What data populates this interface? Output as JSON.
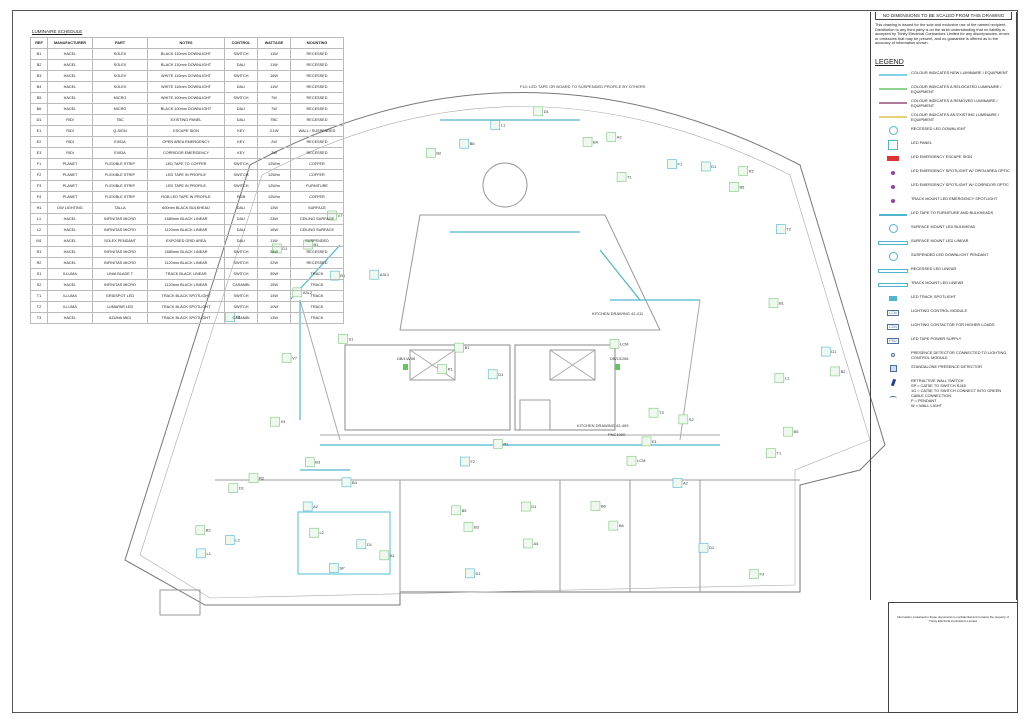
{
  "schedule": {
    "title": "LUMINAIRE SCHEDULE",
    "columns": [
      "REF",
      "MANUFACTURER",
      "PART",
      "NOTES",
      "CONTROL",
      "WATTAGE",
      "MOUNTING"
    ],
    "rows": [
      [
        "B1",
        "HACEL",
        "SOLEX",
        "BLACK 110mm DOWNLIGHT",
        "SWITCH",
        "11W",
        "RECESSED"
      ],
      [
        "B2",
        "HACEL",
        "SOLEX",
        "BLACK 110mm DOWNLIGHT",
        "DALI",
        "11W",
        "RECESSED"
      ],
      [
        "B3",
        "HACEL",
        "SOLEX",
        "WHITE 110mm DOWNLIGHT",
        "SWITCH",
        "16W",
        "RECESSED"
      ],
      [
        "B4",
        "HACEL",
        "SOLEX",
        "WHITE 110mm DOWNLIGHT",
        "DALI",
        "11W",
        "RECESSED"
      ],
      [
        "B5",
        "HACEL",
        "MICRO",
        "WHITE 100mm DOWNLIGHT",
        "SWITCH",
        "7W",
        "RECESSED"
      ],
      [
        "B6",
        "HACEL",
        "MICRO",
        "BLACK 100mm DOWNLIGHT",
        "DALI",
        "7W",
        "RECESSED"
      ],
      [
        "D1",
        "RIDI",
        "TBC",
        "EXISTING PANEL",
        "DALI",
        "TBC",
        "RECESSED"
      ],
      [
        "E1",
        "RIDI",
        "Q-SIGN",
        "ESCAPE SIGN",
        "KEY",
        "3.1W",
        "WALL / SUSPENDED"
      ],
      [
        "E2",
        "RIDI",
        "EXIDA",
        "OPEN AREA EMERGENCY",
        "KEY",
        "2W",
        "RECESSED"
      ],
      [
        "E3",
        "RIDI",
        "EXIDA",
        "CORRIDOR EMERGENCY",
        "KEY",
        "2W",
        "RECESSED"
      ],
      [
        "F1",
        "PLANET",
        "FLEXIBLE STRIP",
        "LED TAPE TO COFFER",
        "SWITCH",
        "12W/m",
        "COFFER"
      ],
      [
        "F2",
        "PLANET",
        "FLEXIBLE STRIP",
        "LED TAPE IN PROFILE",
        "SWITCH",
        "12W/m",
        "COFFER"
      ],
      [
        "F3",
        "PLANET",
        "FLEXIBLE STRIP",
        "LED TAPE IN PROFILE",
        "SWITCH",
        "12W/m",
        "FURNITURE"
      ],
      [
        "F4",
        "PLANET",
        "FLEXIBLE STRIP",
        "RGB LED TAPE IN PROFILE",
        "RGB",
        "12W/m",
        "COFFER"
      ],
      [
        "H1",
        "DW LIGHTING",
        "TALLA",
        "600mm BLACK BULKHEAD",
        "DALI",
        "13W",
        "SURFACE"
      ],
      [
        "L1",
        "HACEL",
        "INFINITAS MICRO",
        "1680mm BLACK LINEAR",
        "DALI",
        "23W",
        "CEILING SURFACE"
      ],
      [
        "L2",
        "HACEL",
        "INFINITAS MICRO",
        "1120mm BLACK LINEAR",
        "DALI",
        "16W",
        "CEILING SURFACE"
      ],
      [
        "M1",
        "HACEL",
        "SOLEX PENDANT",
        "EXPOSED GRID AREA",
        "DALI",
        "11W",
        "SUSPENDED"
      ],
      [
        "R1",
        "HACEL",
        "INFINITAS MICRO",
        "1680mm BLACK LINEAR",
        "SWITCH",
        "34W",
        "RECESSED"
      ],
      [
        "R2",
        "HACEL",
        "INFINITAS MICRO",
        "1120mm BLACK LINEAR",
        "SWITCH",
        "22W",
        "RECESSED"
      ],
      [
        "S1",
        "ILLUMA",
        "LINIA BLADE T",
        "TRACK BLACK LINEAR",
        "SWITCH",
        "30W",
        "TRACK"
      ],
      [
        "S2",
        "HACEL",
        "INFINITAS MICRO",
        "1120mm BLACK LINEAR",
        "CASAMBI",
        "15W",
        "TRACK"
      ],
      [
        "T1",
        "ILLUMA",
        "GRIDSPOT LED",
        "TRACK BLACK SPOTLIGHT",
        "SWITCH",
        "14W",
        "TRACK"
      ],
      [
        "T2",
        "ILLUMA",
        "LUMAPAR LED",
        "TRACK BLACK SPOTLIGHT",
        "SWITCH",
        "10W",
        "TRACK"
      ],
      [
        "T3",
        "HACEL",
        "AZUMA MIDI",
        "TRACK BLACK SPOTLIGHT",
        "CASAMBI",
        "13W",
        "TRACK"
      ]
    ]
  },
  "panel": {
    "header": "NO DIMENSIONS TO BE SCALED FROM THIS DRAWING",
    "disclaimer": "This drawing is issued for the sole and exclusive use of the named recipient. Distribution to any third party is on the strict understanding that no liability is accepted by Trinity Electrical Contractors Limited for any discrepancies, errors or omissions that may be present, and no guarantee is offered as to the accuracy of information shown.",
    "legend_title": "LEGEND",
    "legend": [
      {
        "sym": "line",
        "color": "#7fd3e0",
        "text": "COLOUR INDICATES NEW LUMINAIRE / EQUIPMENT"
      },
      {
        "sym": "line",
        "color": "#8fd48f",
        "text": "COLOUR INDICATES A RELOCATED LUMINAIRE / EQUIPMENT"
      },
      {
        "sym": "line",
        "color": "#b07a9a",
        "text": "COLOUR INDICATES A REMOVED LUMINAIRE / EQUIPMENT"
      },
      {
        "sym": "line",
        "color": "#e8d27a",
        "text": "COLOUR INDICATES AN EXISTING LUMINAIRE / EQUIPMENT"
      },
      {
        "sym": "circle",
        "text": "RECESSED LED DOWNLIGHT"
      },
      {
        "sym": "square",
        "text": "LED PANEL"
      },
      {
        "sym": "exit",
        "text": "LED EMERGENCY ESCAPE SIGN"
      },
      {
        "sym": "dot",
        "text": "LED EMERGENCY SPOTLIGHT W/ OPEN AREA OPTIC"
      },
      {
        "sym": "dot",
        "text": "LED EMERGENCY SPOTLIGHT W/ CORRIDOR OPTIC"
      },
      {
        "sym": "dot",
        "text": "TRACK MOUNT LED EMERGENCY SPOTLIGHT"
      },
      {
        "sym": "line",
        "color": "#4fb6cf",
        "text": "LED TAPE TO FURNITURE AND BULKHEADS"
      },
      {
        "sym": "circle",
        "text": "SURFACE MOUNT LED BULKHEAD"
      },
      {
        "sym": "bar",
        "text": "SURFACE MOUNT LED LINEAR"
      },
      {
        "sym": "circle",
        "text": "SUSPENDED LED DOWNLIGHT PENDANT"
      },
      {
        "sym": "bar",
        "text": "RECESSED LED LINEAR"
      },
      {
        "sym": "bar",
        "text": "TRACK MOUNT LED LINEAR"
      },
      {
        "sym": "spot",
        "text": "LED TRACK SPOTLIGHT"
      },
      {
        "sym": "box",
        "label": "LCM",
        "text": "LIGHTING CONTROL MODULE"
      },
      {
        "sym": "box",
        "label": "CON",
        "text": "LIGHTING CONTACTOR FOR HIGHER LOADS"
      },
      {
        "sym": "box",
        "label": "PSU",
        "text": "LED TAPE POWER SUPPLY"
      },
      {
        "sym": "small",
        "text": "PRESENCE DETECTOR CONNECTED TO LIGHTING CONTROL MODULE"
      },
      {
        "sym": "pd",
        "text": "STANDALONE PRESENCE DETECTOR"
      },
      {
        "sym": "switch",
        "text": "RETRACTIVE WALL SWITCH\nSP = CAT5E TO SWITCH RJ45\n1G = CAT5E TO SWITCH CONNECT INTO GREEN"
      },
      {
        "sym": "cable",
        "text": "CABLE CONNECTION\nP = PENDANT\nW = WALL LIGHT"
      }
    ],
    "title_block_note": "Information contained in these documents is confidential and remains the property of Trinity Electrical Contractors Limited"
  },
  "plan": {
    "notes": {
      "tape_note": "F10: LED TAPE OR BOARD TO SUSPENDED PROFILE BY OTHERS",
      "kitchen_a": "KITCHEN DRAWING 42-411",
      "kitchen_b": "KITCHEN DRAWING 42-409",
      "db_a": "DB/1/A/06",
      "db_b": "DB/1/D/06",
      "pnc": "PNC1000"
    },
    "fixture_tags": [
      "D1",
      "B1",
      "B2",
      "B4",
      "A2",
      "T1",
      "T2",
      "R1",
      "R2",
      "L1",
      "L2",
      "S2",
      "B6",
      "B5",
      "V7",
      "F1",
      "F3",
      "D1",
      "A3L1",
      "A3L2",
      "LCM",
      "SP",
      "B3",
      "D1",
      "T2",
      "E1",
      "B6",
      "A2",
      "D1",
      "R2",
      "L1",
      "S1",
      "B1",
      "D1",
      "B4",
      "B2",
      "F2",
      "A1",
      "T3",
      "B6",
      "D1",
      "A4",
      "L2",
      "LCM",
      "B5",
      "D1",
      "B1",
      "R1",
      "D1",
      "B6",
      "B2",
      "A2",
      "T1",
      "V7",
      "D1",
      "H1",
      "B3",
      "D1",
      "B5",
      "L1"
    ]
  }
}
